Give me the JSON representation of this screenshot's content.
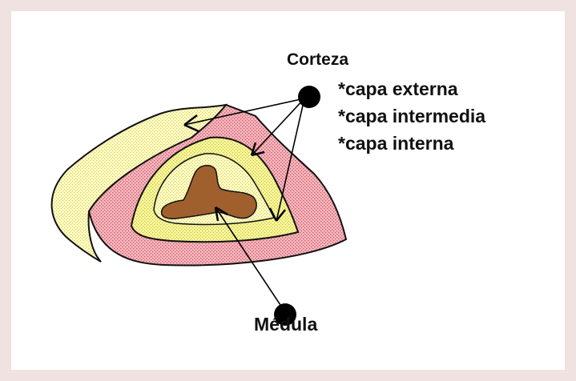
{
  "labels": {
    "cortex": "Corteza",
    "outer_layer": "*capa externa",
    "middle_layer": "*capa intermedia",
    "inner_layer": "*capa interna",
    "medulla": "Médula"
  },
  "colors": {
    "page_background": "#f1e2e2",
    "canvas": "#ffffff",
    "outer_layer": "#f2b8bf",
    "outer_layer_dots": "#d9535f",
    "middle_layer": "#f8f69a",
    "middle_layer_dots": "#c9c24a",
    "inner_layer": "#fffcc4",
    "inner_layer_dots": "#d6d06a",
    "medulla": "#a0602e",
    "outline": "#111111",
    "marker": "#000000"
  }
}
